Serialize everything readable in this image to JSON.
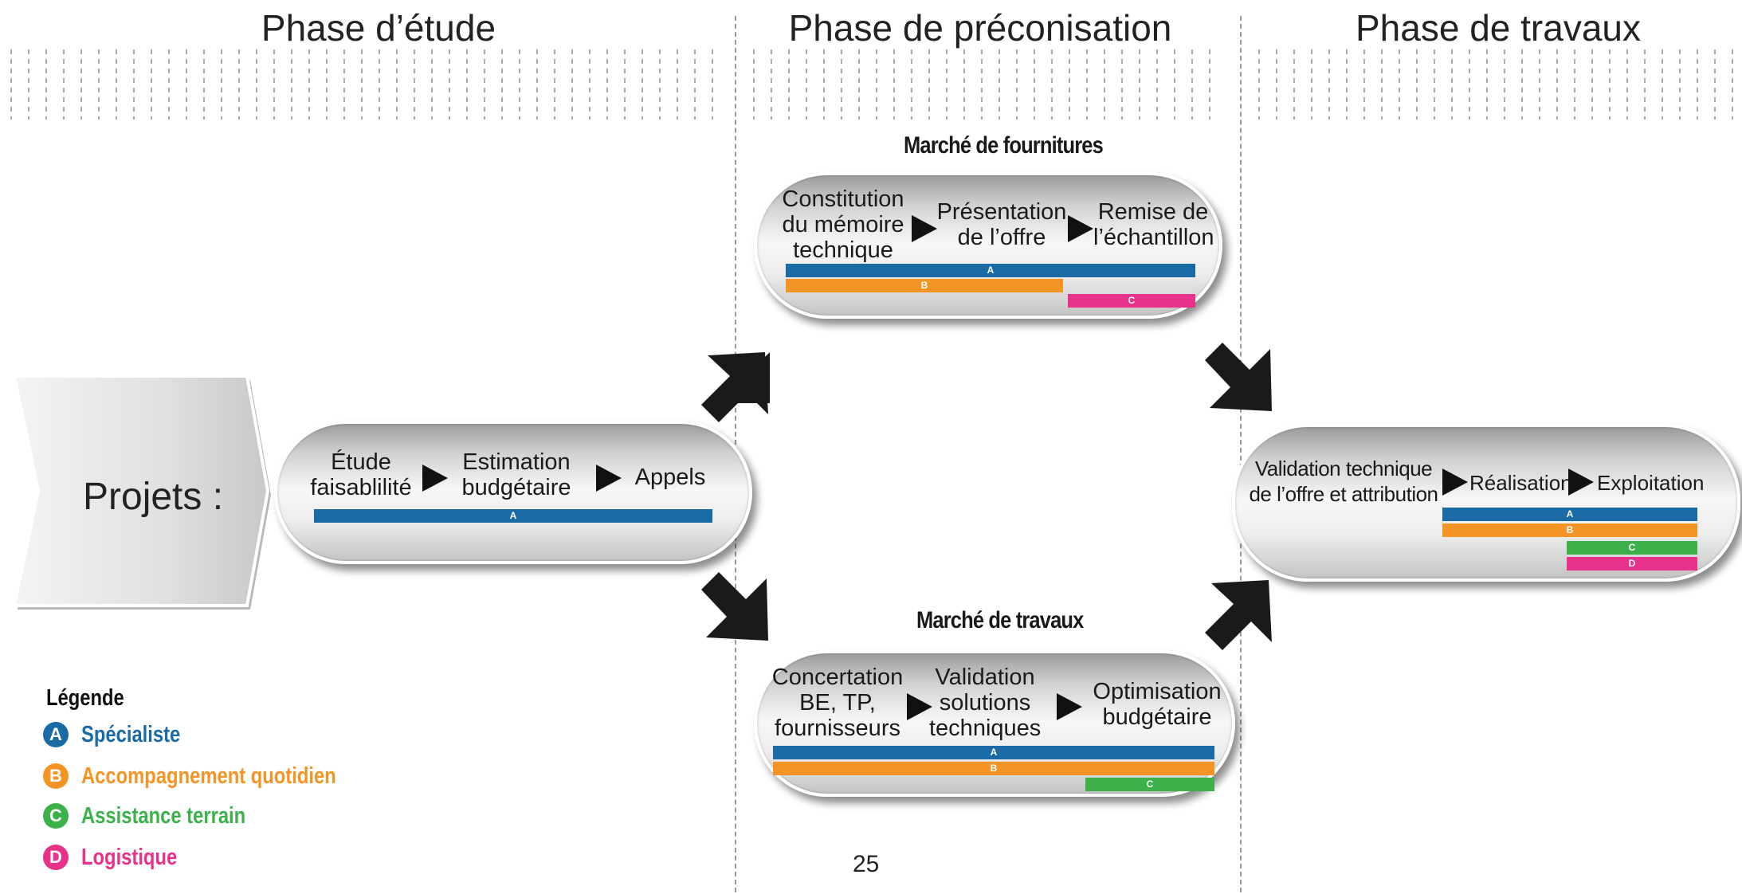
{
  "phases": [
    "Phase d’étude",
    "Phase de préconisation",
    "Phase de travaux"
  ],
  "projets": "Projets :",
  "etude": {
    "steps": [
      "Étude\nfaisablilité",
      "Estimation\nbudgétaire",
      "Appels"
    ],
    "bars": [
      "A"
    ]
  },
  "fournitures": {
    "title": "Marché de fournitures",
    "steps": [
      "Constitution\ndu mémoire\ntechnique",
      "Présentation\nde l’offre",
      "Remise de\nl’échantillon"
    ],
    "bars": [
      "A",
      "B",
      "C"
    ]
  },
  "travaux_marche": {
    "title": "Marché de travaux",
    "steps": [
      "Concertation\nBE, TP,\nfournisseurs",
      "Validation\nsolutions\ntechniques",
      "Optimisation\nbudgétaire"
    ],
    "bars": [
      "A",
      "B",
      "C"
    ]
  },
  "realisation": {
    "steps": [
      "Validation technique\nde l’offre et attribution",
      "Réalisation",
      "Exploitation"
    ],
    "bars": [
      "A",
      "B",
      "C",
      "D"
    ]
  },
  "legend": {
    "title": "Légende",
    "items": [
      {
        "letter": "A",
        "label": "Spécialiste",
        "color": "#1a6aa5"
      },
      {
        "letter": "B",
        "label": "Accompagnement quotidien",
        "color": "#f39424"
      },
      {
        "letter": "C",
        "label": "Assistance terrain",
        "color": "#3cb14a"
      },
      {
        "letter": "D",
        "label": "Logistique",
        "color": "#e8318b"
      }
    ]
  },
  "page_number": "25",
  "icons": [
    "play-triangle-icon",
    "arrow-icon",
    "chevron-shape"
  ]
}
